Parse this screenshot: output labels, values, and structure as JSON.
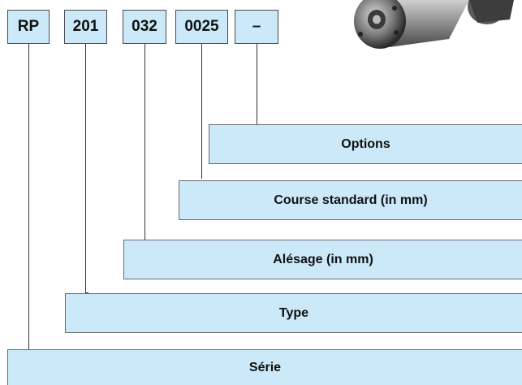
{
  "code": [
    "RP",
    "201",
    "032",
    "0025",
    "–"
  ],
  "labels": {
    "options": "Options",
    "course": "Course standard (in mm)",
    "alesage": "Alésage (in mm)",
    "type": "Type",
    "serie": "Série"
  },
  "colors": {
    "box_fill": "#cbe9f8",
    "line": "#333333"
  },
  "image": {
    "icon": "cylinder-photo-icon"
  }
}
